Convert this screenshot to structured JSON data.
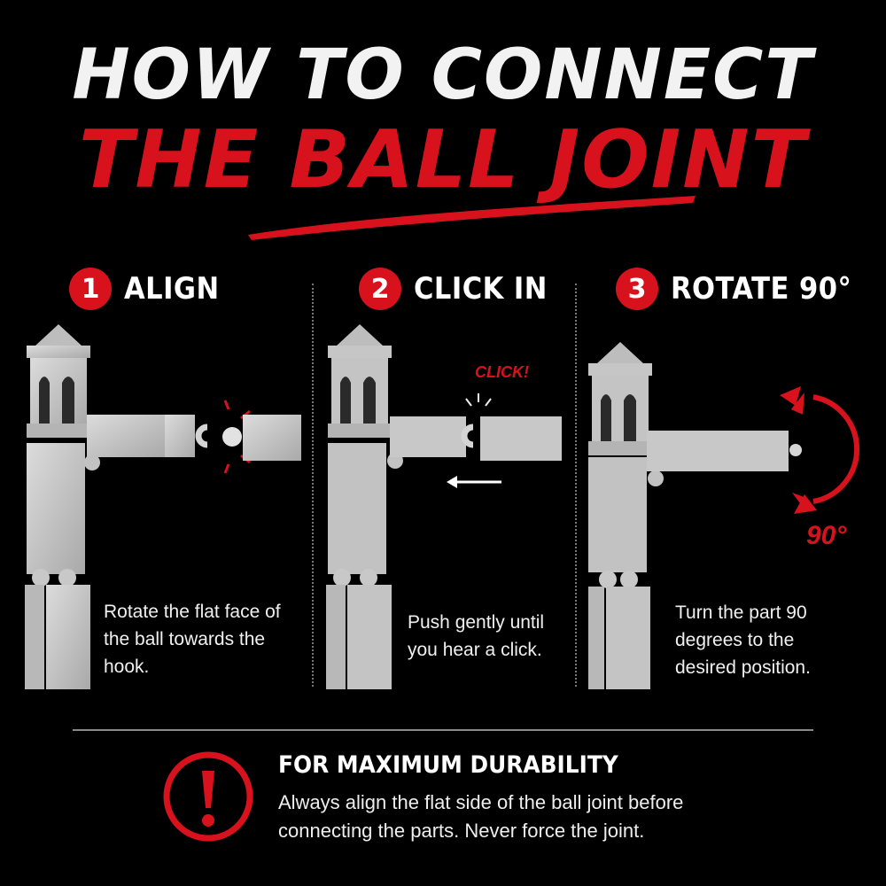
{
  "header": {
    "title_line1": "HOW TO CONNECT",
    "title_line2": "THE BALL JOINT"
  },
  "steps": [
    {
      "number": "1",
      "title": "ALIGN",
      "description": "Rotate the flat face of the ball towards the hook."
    },
    {
      "number": "2",
      "title": "CLICK IN",
      "description": "Push gently until you hear a click.",
      "callout": "CLICK!"
    },
    {
      "number": "3",
      "title": "ROTATE 90°",
      "description": "Turn the part 90 degrees to the desired position.",
      "callout": "90°"
    }
  ],
  "notice": {
    "title": "FOR MAXIMUM DURABILITY",
    "text": "Always align the flat side of the ball joint before connecting the parts. Never force the joint.",
    "icon": "exclamation-circle-icon"
  },
  "colors": {
    "accent": "#d8121c",
    "background": "#000000",
    "stone": "#c9c9c9"
  }
}
